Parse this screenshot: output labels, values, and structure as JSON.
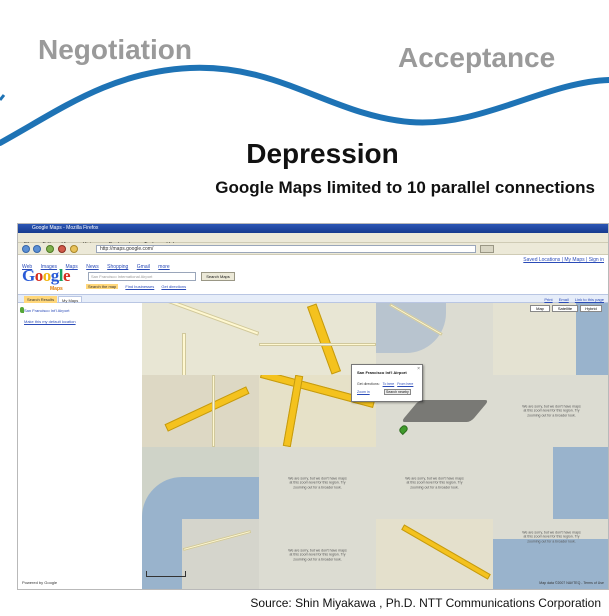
{
  "slide": {
    "stages": {
      "left": "Negotiation",
      "right": "Acceptance"
    },
    "title": "Depression",
    "subtitle": "Google Maps limited to 10 parallel connections",
    "source": "Source: Shin Miyakawa , Ph.D.  NTT Communications Corporation",
    "colors": {
      "wave": "#1e73b5",
      "stage_text": "#9a9a9a",
      "title": "#111111"
    }
  },
  "browser": {
    "window_title": "Google Maps - Mozilla Firefox",
    "menu": [
      "File",
      "Edit",
      "View",
      "History",
      "Bookmarks",
      "Tools",
      "Help"
    ],
    "url": "http://maps.google.com/",
    "bookmarks": [
      "Web",
      "Images",
      "Maps",
      "News",
      "Shopping",
      "Gmail",
      "more"
    ],
    "account_links": "Saved Locations | My Maps | Sign in"
  },
  "maps": {
    "logo_letters": [
      "G",
      "o",
      "o",
      "g",
      "l",
      "e"
    ],
    "logo_sub": "Maps",
    "search_placeholder": "San Francisco International Airport",
    "search_button": "Search Maps",
    "sublinks": [
      "Search the map",
      "Find businesses",
      "Get directions"
    ],
    "tabs": [
      "Search Results",
      "My Maps"
    ],
    "map_toolbar_links": [
      "Print",
      "Email",
      "Link to this page"
    ],
    "map_type_buttons": [
      "Map",
      "Satellite",
      "Hybrid"
    ],
    "result": "San Francisco Int'l Airport",
    "result_link": "Make this my default location",
    "tile_message": "We are sorry, but we don't have maps at this zoom level for this region. Try zooming out for a broader look.",
    "bubble": {
      "title": "San Francisco Int'l Airport",
      "directions_prefix": "Get directions:",
      "to_here": "To here",
      "from_here": "From here",
      "zoom": "Zoom in",
      "button": "Search nearby"
    },
    "footer": "Map data ©2007 NAVTEQ - Terms of Use",
    "zoom_label": "Powered by Google"
  }
}
